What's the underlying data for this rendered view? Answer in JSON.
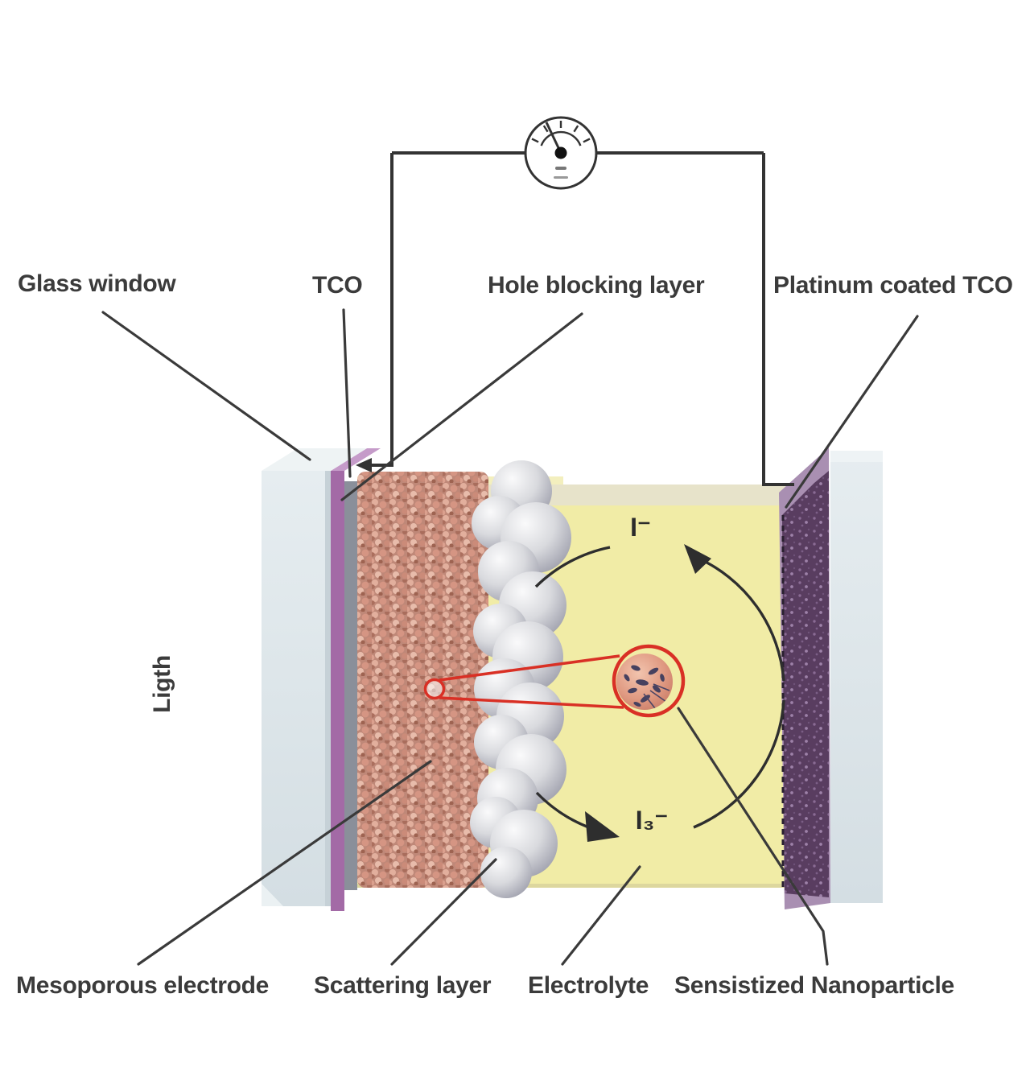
{
  "labels": {
    "glass_window": "Glass window",
    "tco": "TCO",
    "hole_blocking_layer": "Hole blocking layer",
    "platinum_coated_tco": "Platinum coated TCO",
    "light_side": "Ligth",
    "mesoporous_electrode": "Mesoporous electrode",
    "scattering_layer": "Scattering layer",
    "electrolyte": "Electrolyte",
    "sensistized_nanoparticle": "Sensistized Nanoparticle",
    "iodide_ion": "I⁻",
    "triiodide_ion": "I₃⁻"
  },
  "icons": {
    "meter": "analog-current-meter-icon",
    "magnifier": "magnified-nanoparticle-callout"
  },
  "colors": {
    "accent_red": "#d93025",
    "wire_black": "#333333",
    "electrolyte_yellow": "#f1eca6",
    "electrolyte_top_band": "#e7e3ca",
    "tco_purple": "#a36aa6",
    "platinum_purple": "#593d60",
    "glass_blue": "#dfe7ea",
    "hole_blocking_gray": "#8a8f9a",
    "electrode_salmon": "#bf8878",
    "scattering_gray": "#d9dade",
    "nanoparticle_salmon": "#e09a82",
    "dye_dark": "#46415f",
    "label_gray": "#3b3b3b"
  }
}
